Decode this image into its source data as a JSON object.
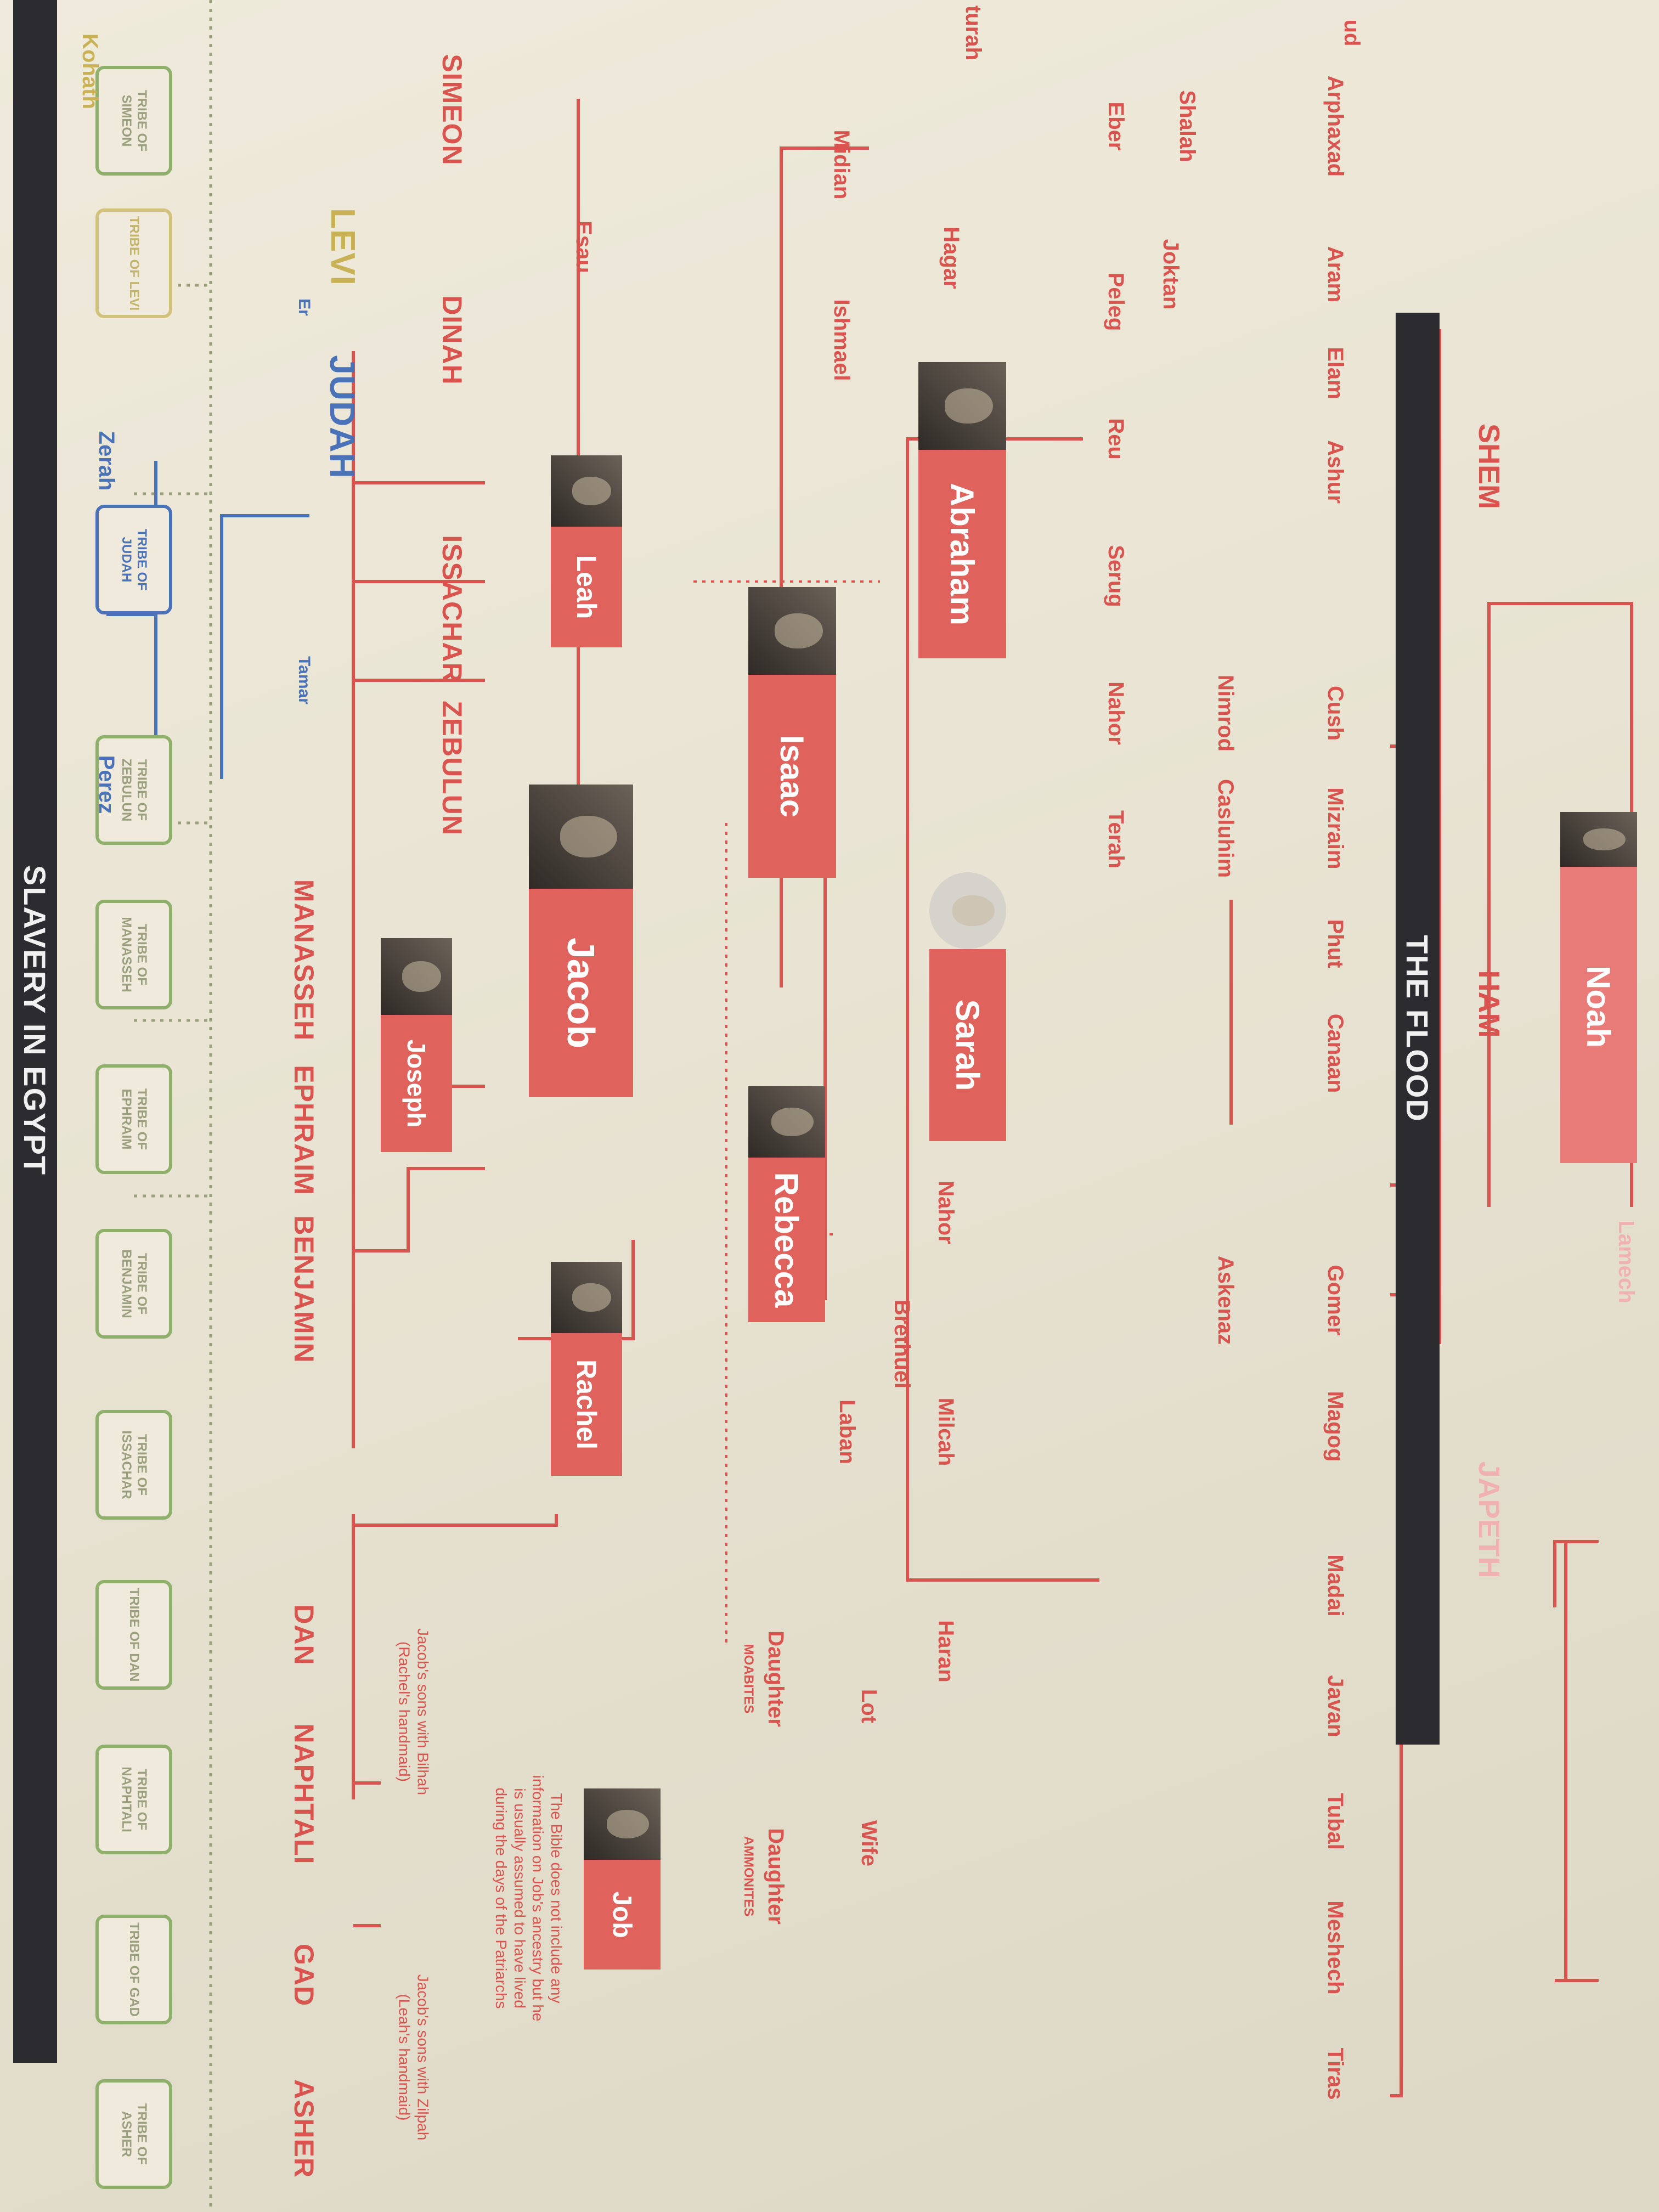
{
  "banners": {
    "flood": "THE FLOOD",
    "slavery": "SLAVERY IN EGYPT"
  },
  "people": {
    "noah": "Noah",
    "lamech": "Lamech",
    "shem": "SHEM",
    "ham": "HAM",
    "japheth": "JAPETH",
    "arphaxad": "Arphaxad",
    "aram": "Aram",
    "elam": "Elam",
    "ashur": "Ashur",
    "lud": "ud",
    "shalah": "Shalah",
    "eber": "Eber",
    "joktan": "Joktan",
    "peleg": "Peleg",
    "reu": "Reu",
    "serug": "Serug",
    "nahor1": "Nahor",
    "terah": "Terah",
    "cush": "Cush",
    "nimrod": "Nimrod",
    "mizraim": "Mizraim",
    "casluhim": "Casluhim",
    "phut": "Phut",
    "canaan": "Canaan",
    "gomer": "Gomer",
    "askenaz": "Askenaz",
    "magog": "Magog",
    "madai": "Madai",
    "javan": "Javan",
    "tubal": "Tubal",
    "meshech": "Meshech",
    "tiras": "Tiras",
    "keturah": "turah",
    "midian": "Midian",
    "hagar": "Hagar",
    "ishmael": "Ishmael",
    "abraham": "Abraham",
    "sarah": "Sarah",
    "isaac": "Isaac",
    "rebecca": "Rebecca",
    "esau": "Esau",
    "jacob": "Jacob",
    "leah": "Leah",
    "rachel": "Rachel",
    "joseph": "Joseph",
    "nahor2": "Nahor",
    "milcah": "Milcah",
    "brethuel": "Brethuel",
    "laban": "Laban",
    "haran": "Haran",
    "lot": "Lot",
    "wife": "Wife",
    "daughter1": "Daughter",
    "moabites": "MOABITES",
    "daughter2": "Daughter",
    "ammonites": "AMMONITES",
    "job": "Job",
    "simeon": "SIMEON",
    "levi": "LEVI",
    "dinah": "DINAH",
    "judah": "JUDAH",
    "er": "Er",
    "tamar": "Tamar",
    "issachar": "ISSACHAR",
    "zebulun": "ZEBULUN",
    "manasseh": "MANASSEH",
    "ephraim": "EPHRAIM",
    "benjamin": "BENJAMIN",
    "dan": "DAN",
    "naphtali": "NAPHTALI",
    "gad": "GAD",
    "asher": "ASHER",
    "zerah": "Zerah",
    "perez": "Perez",
    "kohath": "Kohath"
  },
  "notes": {
    "job": "The Bible does not include any information on Job's ancestry but he is usually assumed to have lived during the days of the Patriarchs",
    "bilhah": "Jacob's sons with Bilhah (Rachel's handmaid)",
    "zilpah": "Jacob's sons with Zilpah (Leah's handmaid)"
  },
  "tribes": {
    "simeon": "TRIBE OF SIMEON",
    "levi": "TRIBE OF LEVI",
    "judah": "TRIBE OF JUDAH",
    "zebulun": "TRIBE OF ZEBULUN",
    "manasseh": "TRIBE OF MANASSEH",
    "ephraim": "TRIBE OF EPHRAIM",
    "benjamin": "TRIBE OF BENJAMIN",
    "issachar": "TRIBE OF ISSACHAR",
    "dan": "TRIBE OF DAN",
    "naphtali": "TRIBE OF NAPHTALI",
    "gad": "TRIBE OF GAD",
    "asher": "TRIBE OF ASHER"
  },
  "colors": {
    "line": "#d9534f",
    "box": "#e0625c",
    "bar": "#2c2c30",
    "judah": "#4a72b8",
    "levi": "#c9b256",
    "tribe_green": "#8fb06a"
  }
}
